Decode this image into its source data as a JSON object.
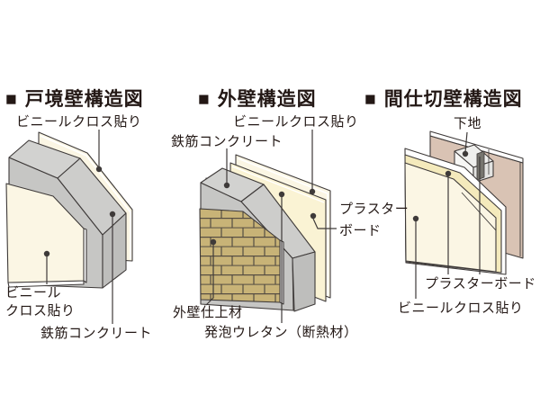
{
  "page": {
    "background": "#ffffff",
    "type": "wall-structure-diagrams"
  },
  "colors": {
    "text": "#231815",
    "line": "#3e3a39",
    "concrete_top": "#d2d2d0",
    "concrete_face": "#c6c6c4",
    "concrete_chamfer": "#cdcdcb",
    "concrete_side": "#bebebc",
    "vinyl_cream": "#fbf6e4",
    "plasterboard_yellow": "#f4eabc",
    "board_cream": "#faf3d4",
    "urethane_blue": "#c2dff1",
    "brick_tan": "#c8b377",
    "brick_joint": "#544c42",
    "back_board_pink": "#d9c3b4",
    "sheet_edge_white": "#ffffff"
  },
  "diagrams": [
    {
      "marker": "■",
      "title": "戸境壁構造図",
      "labels": [
        {
          "name": "vinyl-cloth-top",
          "text": "ビニールクロス貼り"
        },
        {
          "name": "vinyl-cloth-left",
          "text": "ビニール\nクロス貼り"
        },
        {
          "name": "reinforced-concrete",
          "text": "鉄筋コンクリート"
        }
      ]
    },
    {
      "marker": "■",
      "title": "外壁構造図",
      "labels": [
        {
          "name": "reinforced-concrete",
          "text": "鉄筋コンクリート"
        },
        {
          "name": "vinyl-cloth",
          "text": "ビニールクロス貼り"
        },
        {
          "name": "plasterboard",
          "text": "プラスター\nボード"
        },
        {
          "name": "exterior-finish",
          "text": "外壁仕上材"
        },
        {
          "name": "urethane-foam",
          "text": "発泡ウレタン（断熱材）"
        }
      ]
    },
    {
      "marker": "■",
      "title": "間仕切壁構造図",
      "labels": [
        {
          "name": "base-frame",
          "text": "下地"
        },
        {
          "name": "plasterboard",
          "text": "プラスターボード"
        },
        {
          "name": "vinyl-cloth",
          "text": "ビニールクロス貼り"
        }
      ]
    }
  ]
}
